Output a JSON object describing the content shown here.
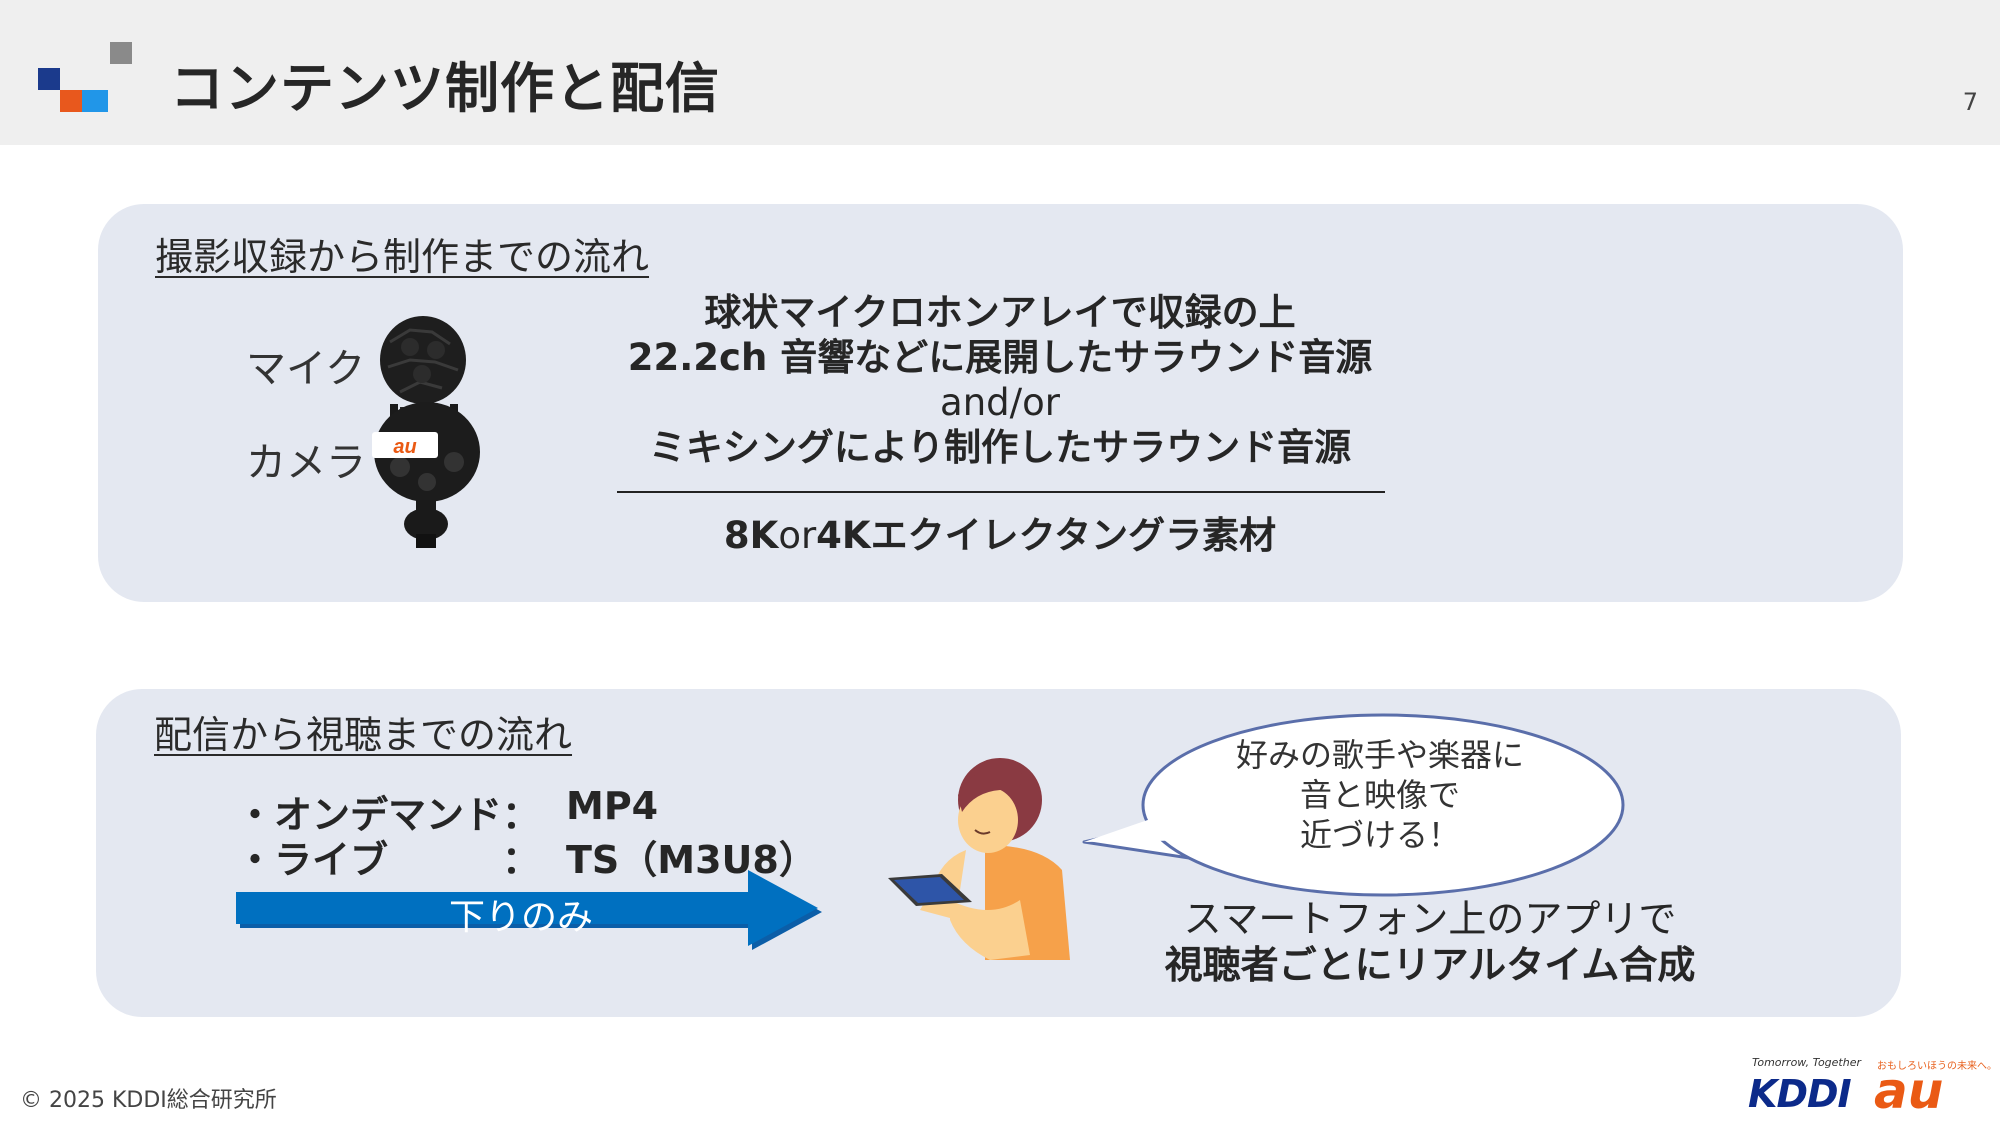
{
  "header": {
    "title": "コンテンツ制作と配信",
    "page_number": "7",
    "logo_colors": {
      "navy": "#1b3a8c",
      "orange": "#e8581d",
      "blue": "#2196e8",
      "gray": "#8a8a8a"
    }
  },
  "section1": {
    "title": "撮影収録から制作までの流れ",
    "mic_label": "マイク",
    "camera_label": "カメラ",
    "camera_sticker": "au",
    "flow_line1": "球状マイクロホンアレイで収録の上",
    "flow_line2": "22.2ch 音響などに展開したサラウンド音源",
    "flow_line3": "and/or",
    "flow_line4": "ミキシングにより制作したサラウンド音源",
    "material_a": "8K",
    "material_b": "or",
    "material_c": "4Kエクイレクタングラ素材"
  },
  "section2": {
    "title": "配信から視聴までの流れ",
    "rows": [
      {
        "label": "・オンデマンド：",
        "value": "MP4"
      },
      {
        "label": "・ライブ　　　：",
        "value": "TS（M3U8）"
      }
    ],
    "arrow_label": "下りのみ",
    "arrow_color": "#0070c0",
    "bubble_line1": "好みの歌手や楽器に",
    "bubble_line2": "音と映像で",
    "bubble_line3": "近づける！",
    "app_line1": "スマートフォン上のアプリで",
    "app_line2": "視聴者ごとにリアルタイム合成"
  },
  "footer": {
    "copyright": "© 2025 KDDI総合研究所",
    "kddi_tagline": "Tomorrow, Together",
    "kddi_logo": "KDDI",
    "au_tagline": "おもしろいほうの未来へ。",
    "au_logo": "au"
  }
}
